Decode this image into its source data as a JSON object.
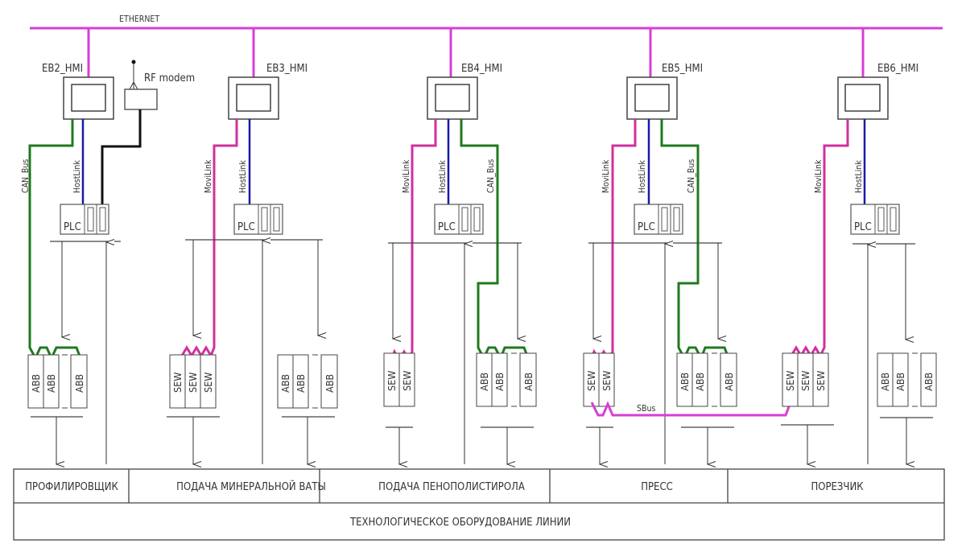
{
  "diagram": {
    "ethernet_label": "ETHERNET",
    "rf_modem_label": "RF modem",
    "sbus_label": "SBus",
    "colors": {
      "ethernet": "#d63fd6",
      "movilink": "#d0309e",
      "hostlink": "#1a1aa8",
      "canbus": "#1f7a1f",
      "rf": "#111111",
      "sbus": "#d63fd6",
      "outline": "#444444"
    },
    "stations": [
      {
        "hmi": "EB2_HMI",
        "plc": "PLC",
        "links": [
          "CAN_Bus",
          "HostLink"
        ],
        "drives": [
          {
            "group": "ABB",
            "modules": [
              "ABB",
              "ABB",
              "ABB"
            ]
          }
        ],
        "section": "ПРОФИЛИРОВЩИК"
      },
      {
        "hmi": "EB3_HMI",
        "plc": "PLC",
        "links": [
          "MoviLink",
          "HostLink"
        ],
        "drives": [
          {
            "group": "SEW",
            "modules": [
              "SEW",
              "SEW",
              "SEW"
            ]
          },
          {
            "group": "ABB",
            "modules": [
              "ABB",
              "ABB",
              "ABB"
            ]
          }
        ],
        "section": "ПОДАЧА МИНЕРАЛЬНОЙ ВАТЫ"
      },
      {
        "hmi": "EB4_HMI",
        "plc": "PLC",
        "links": [
          "MoviLink",
          "HostLink",
          "CAN_Bus"
        ],
        "drives": [
          {
            "group": "SEW",
            "modules": [
              "SEW",
              "SEW"
            ]
          },
          {
            "group": "ABB",
            "modules": [
              "ABB",
              "ABB",
              "ABB"
            ]
          }
        ],
        "section": "ПОДАЧА ПЕНОПОЛИСТИРОЛА"
      },
      {
        "hmi": "EB5_HMI",
        "plc": "PLC",
        "links": [
          "MoviLink",
          "HostLink",
          "CAN_Bus"
        ],
        "drives": [
          {
            "group": "SEW",
            "modules": [
              "SEW",
              "SEW"
            ]
          },
          {
            "group": "ABB",
            "modules": [
              "ABB",
              "ABB",
              "ABB"
            ]
          }
        ],
        "section": "ПРЕСС"
      },
      {
        "hmi": "EB6_HMI",
        "plc": "PLC",
        "links": [
          "MoviLink",
          "HostLink"
        ],
        "drives": [
          {
            "group": "SEW",
            "modules": [
              "SEW",
              "SEW",
              "SEW"
            ]
          },
          {
            "group": "ABB",
            "modules": [
              "ABB",
              "ABB",
              "ABB"
            ]
          }
        ],
        "section": "ПОРЕЗЧИК"
      }
    ],
    "footer": "ТЕХНОЛОГИЧЕСКОЕ ОБОРУДОВАНИЕ ЛИНИИ"
  }
}
